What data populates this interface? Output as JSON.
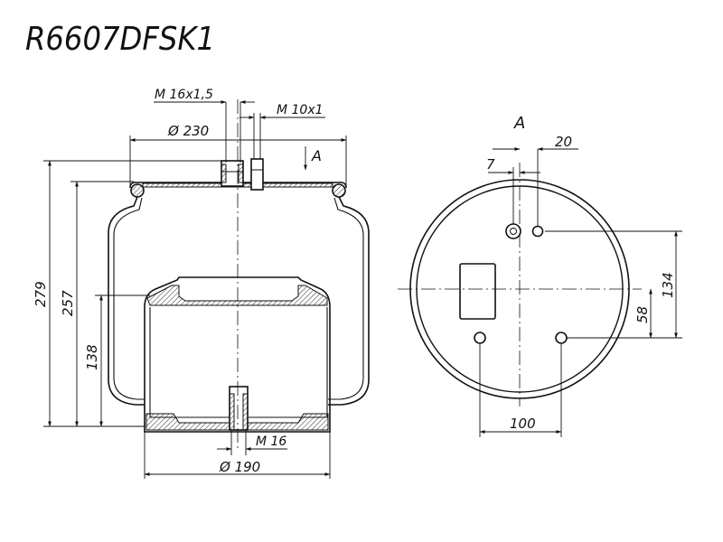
{
  "title": "R6607DFSK1",
  "side_view": {
    "thread_top_left": "M 16x1,5",
    "thread_top_right": "M 10x1",
    "diameter_top": "Ø 230",
    "section_mark": "A",
    "height_total": "279",
    "height_bellow": "257",
    "height_piston": "138",
    "thread_bottom": "M 16",
    "diameter_bottom": "Ø 190"
  },
  "top_view": {
    "view_label": "A",
    "dim_20": "20",
    "dim_7": "7",
    "dim_134": "134",
    "dim_58": "58",
    "dim_100": "100"
  }
}
